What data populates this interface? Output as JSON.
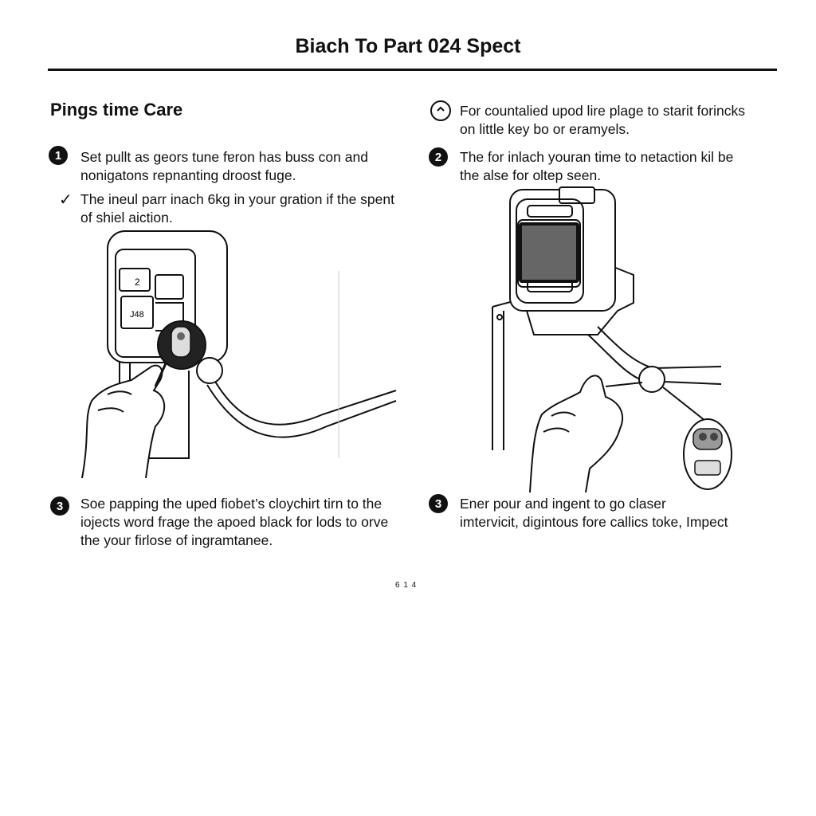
{
  "header": {
    "title": "Biach To Part 024 Spect"
  },
  "left": {
    "heading": "Pings time Care",
    "step1": {
      "number": "1",
      "line1": "Set pullt as geors tune fɐron has buss con and",
      "line2": "nonigatons repnanting droost fuge."
    },
    "check": {
      "symbol": "✓",
      "line1": "The ineul parr inach 6kg in your gration if the spent",
      "line2": "of shiel aiction."
    },
    "step3": {
      "number": "3",
      "line1": "Soe papping the uped fiobet’s cloychirt tirn to the",
      "line2": "iojects word frage the apoed black for lods to orve",
      "line3": "the your firlose of ingramtanee."
    }
  },
  "right": {
    "intro": {
      "line1": "For countalied upod lire plage to starit forincks",
      "line2": "on little key bo or eramyels."
    },
    "step2": {
      "number": "2",
      "line1": "The for inlach youran time to netaction kil be",
      "line2": "the alse for oltep seen."
    },
    "step3": {
      "number": "3",
      "line1": "Ener pour and ingent to go claser",
      "line2": "imtervicit, digintous fore callics toke, Impect"
    }
  },
  "left_keypad": {
    "key_top_right": "2",
    "key_bottom_left": "J48"
  },
  "footer": {
    "page_number": "6 1 4"
  }
}
